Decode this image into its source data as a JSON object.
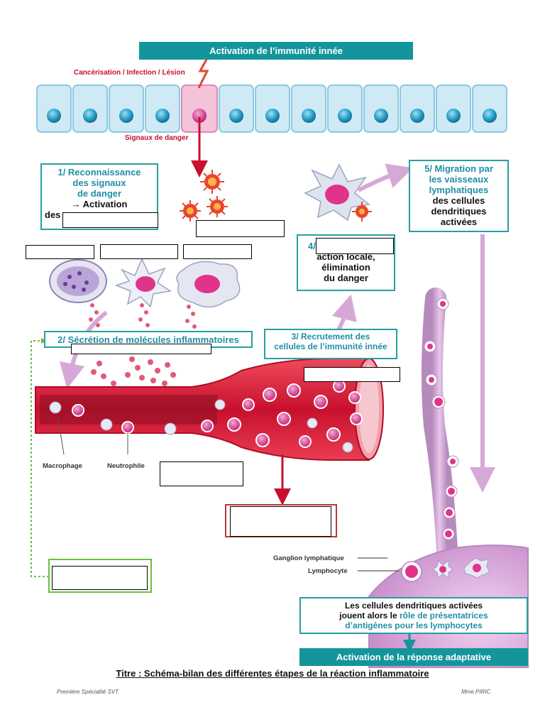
{
  "header": {
    "title": "Activation de l’immunité innée"
  },
  "injury": {
    "label": "Cancérisation / Infection / Lésion"
  },
  "signals": {
    "label": "Signaux de danger"
  },
  "step1": {
    "line1": "1/ Reconnaissance",
    "line2": "des signaux",
    "line3": "de danger",
    "line4": "→ Activation",
    "line5": "des"
  },
  "step2": {
    "label": "2/ Sécrétion de molécules inflammatoires"
  },
  "step3": {
    "line1": "3/ Recrutement des",
    "line2": "cellules de l’immunité innée"
  },
  "step4": {
    "num": "4/",
    "line1": "action locale,",
    "line2": "élimination",
    "line3": "du danger"
  },
  "step5": {
    "line1": "5/ Migration par",
    "line2": "les vaisseaux",
    "line3": "lymphatiques",
    "line4": "des cellules",
    "line5": "dendritiques",
    "line6": "activées"
  },
  "cells": {
    "macrophage": "Macrophage",
    "neutrophile": "Neutrophile",
    "ganglion": "Ganglion lymphatique",
    "lymphocyte": "Lymphocyte"
  },
  "final": {
    "line1_a": "Les cellules dendritiques activées",
    "line2_a": "jouent alors le ",
    "line2_b": "rôle de présentatrices",
    "line3": "d’antigènes pour les lymphocytes"
  },
  "adaptive": {
    "label": "Activation de la réponse adaptative"
  },
  "caption": {
    "title": "Titre : Schéma-bilan des différentes étapes de la réaction inflammatoire"
  },
  "footer": {
    "left": "Première Spécialité SVT",
    "right": "Mme PIRIC"
  },
  "colors": {
    "teal": "#14959c",
    "red": "#c8102e",
    "pink": "#e0348a",
    "lilac": "#d6a8d8",
    "green": "#6cbf3f"
  }
}
